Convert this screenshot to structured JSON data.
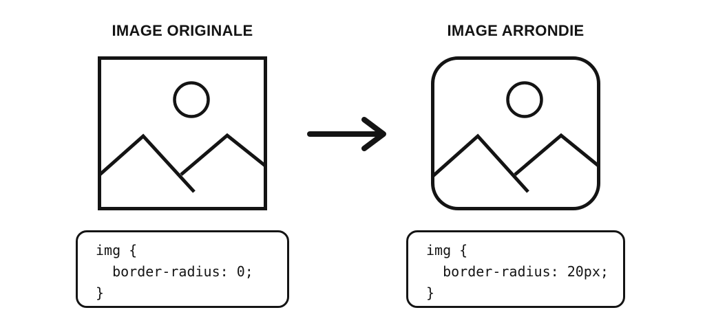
{
  "colors": {
    "background": "#ffffff",
    "ink": "#141414"
  },
  "panels": [
    {
      "id": "original",
      "title": "IMAGE ORIGINALE",
      "image_style": "square-corners",
      "code_lines": [
        "img {",
        "  border-radius: 0;",
        "}"
      ]
    },
    {
      "id": "rounded",
      "title": "IMAGE ARRONDIE",
      "image_style": "rounded-corners",
      "code_lines": [
        "img {",
        "  border-radius: 20px;",
        "}"
      ]
    }
  ],
  "arrow": {
    "direction": "right",
    "meaning": "transformation from original to rounded"
  }
}
